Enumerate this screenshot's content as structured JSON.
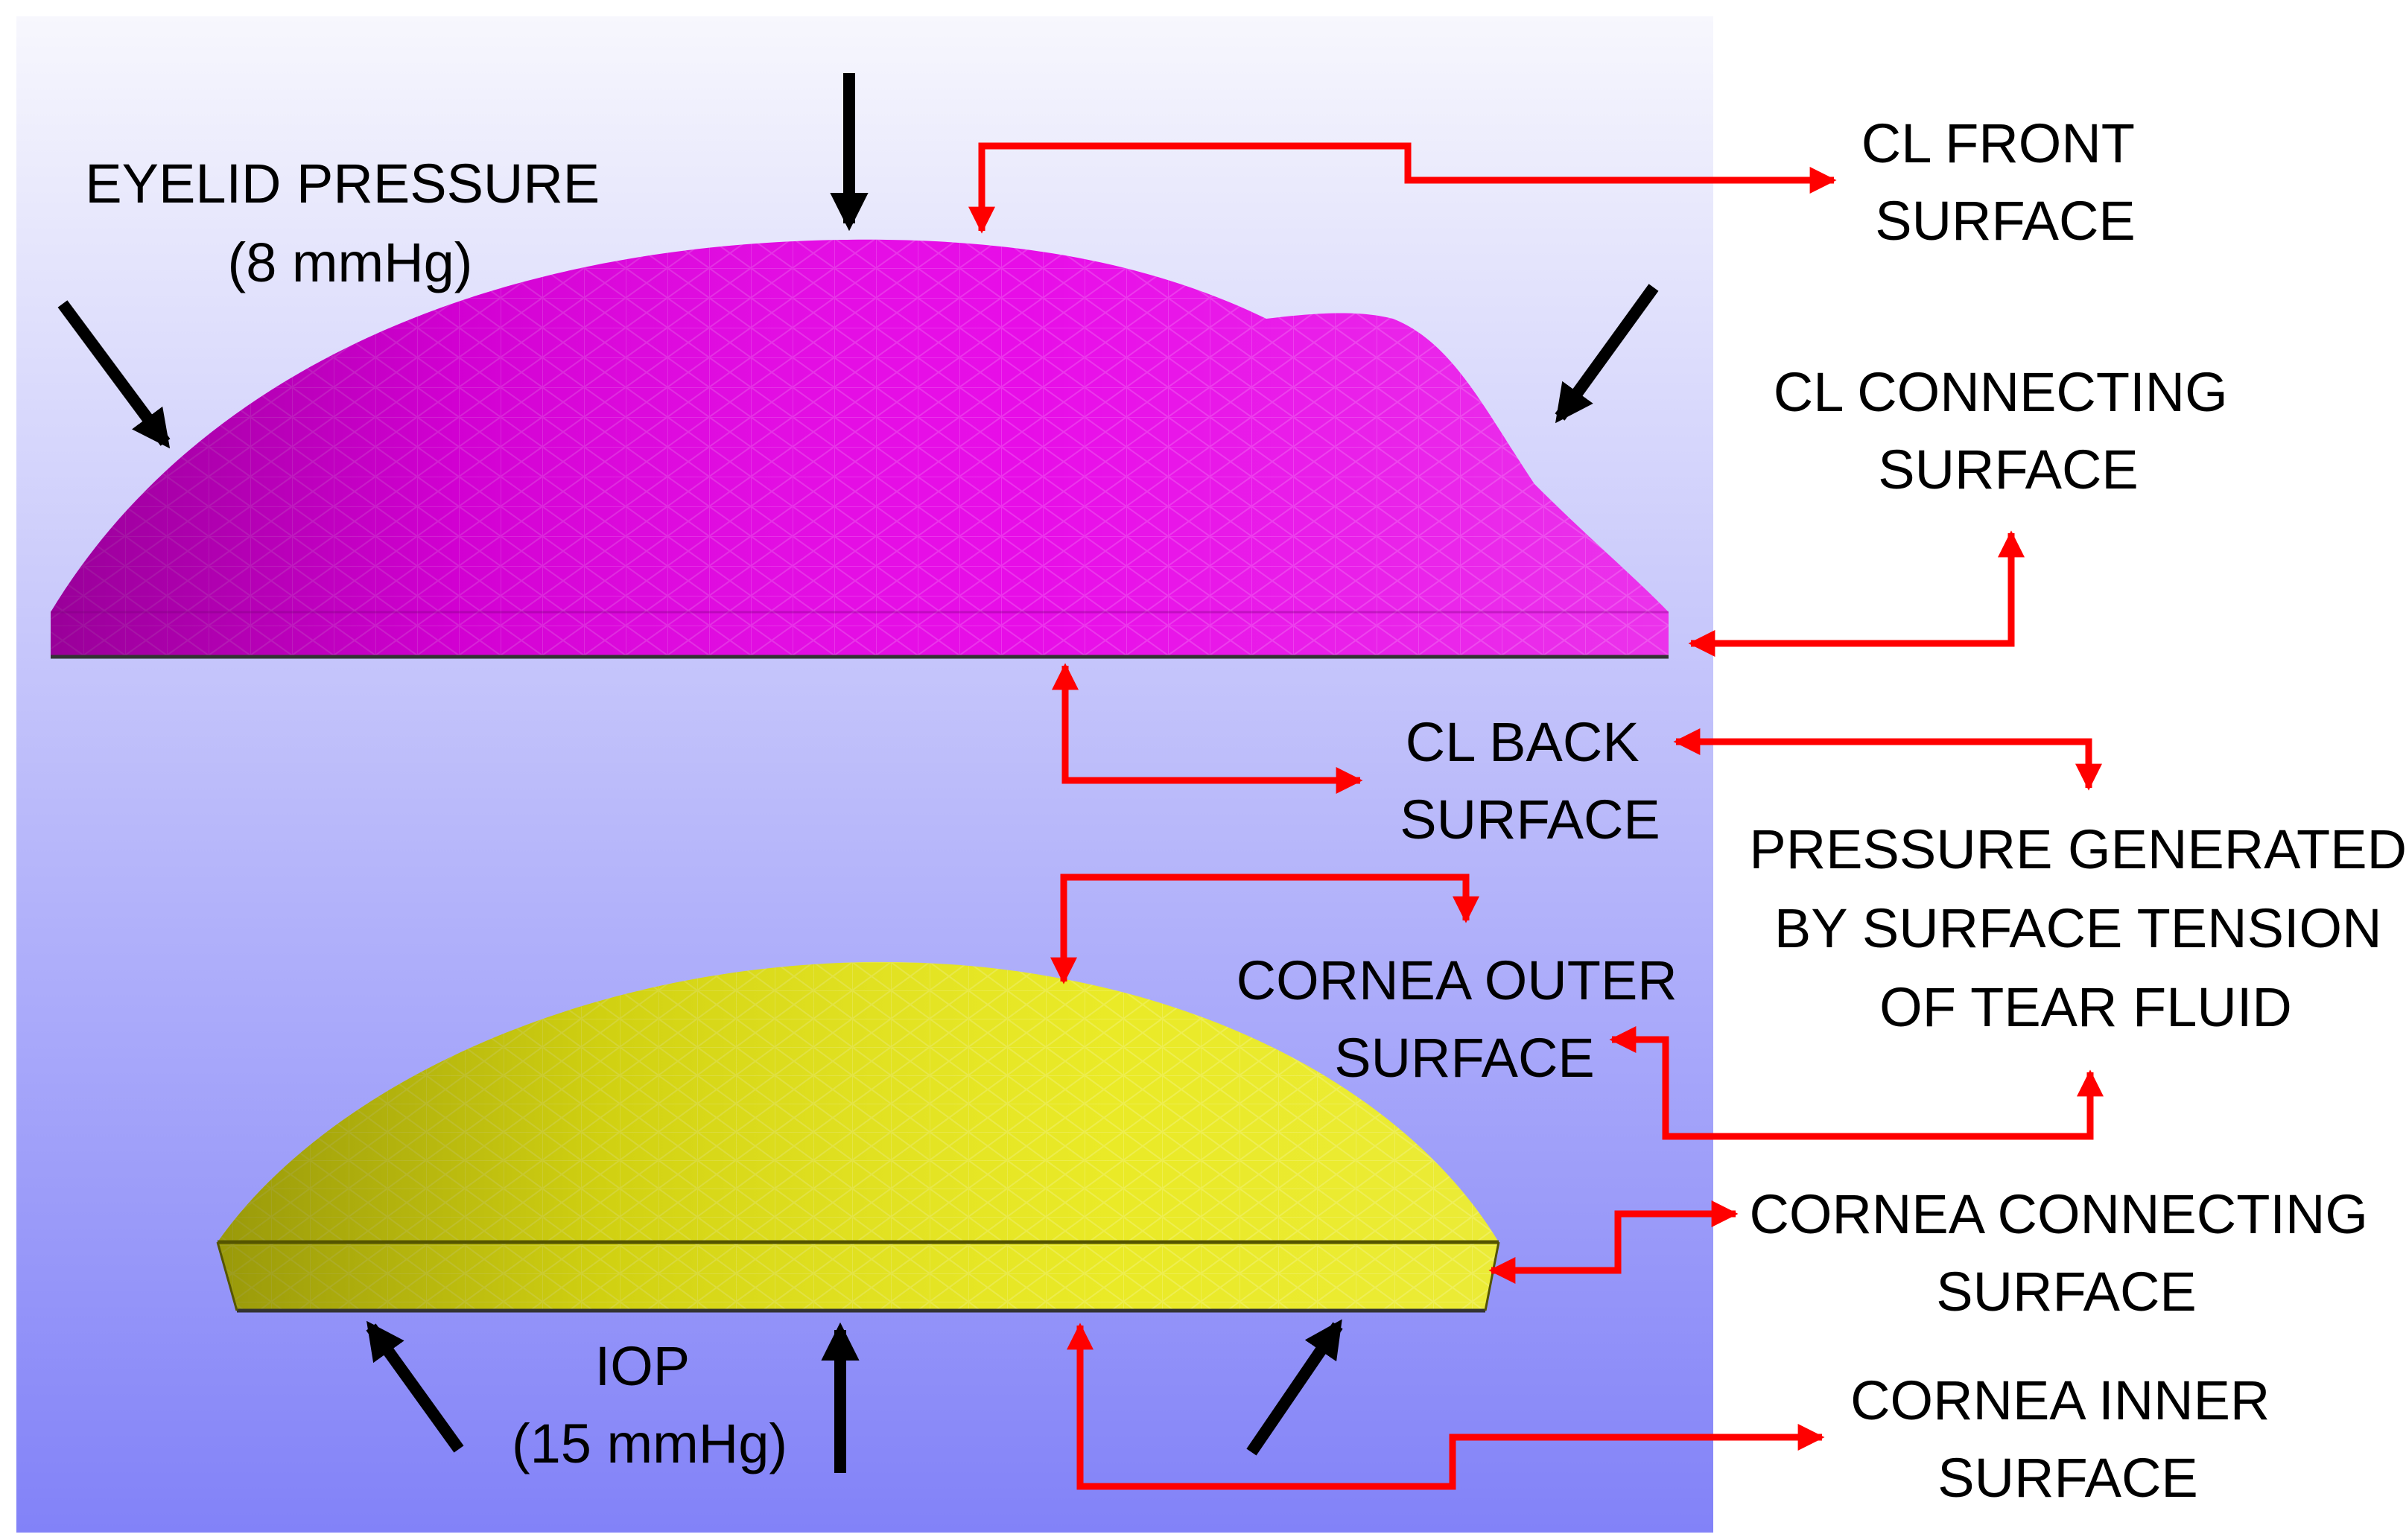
{
  "colors": {
    "background_top": "#f7f7fd",
    "background_bottom": "#8282f8",
    "contact_lens": "#e600e6",
    "cornea": "#e8e814",
    "leader_arrow": "#ff0000",
    "load_arrow": "#000000"
  },
  "labels": {
    "eyelid_pressure": [
      "EYELID PRESSURE",
      "(8 mmHg)"
    ],
    "iop": [
      "IOP",
      "(15 mmHg)"
    ],
    "cl_front_surface": [
      "CL FRONT",
      "SURFACE"
    ],
    "cl_connecting_surface": [
      "CL CONNECTING",
      "SURFACE"
    ],
    "cl_back_surface": [
      "CL BACK",
      "SURFACE"
    ],
    "cornea_outer_surface": [
      "CORNEA OUTER",
      "SURFACE"
    ],
    "tear_fluid_pressure": [
      "PRESSURE GENERATED",
      "BY SURFACE TENSION",
      "OF TEAR FLUID"
    ],
    "cornea_connecting_surface": [
      "CORNEA CONNECTING",
      "SURFACE"
    ],
    "cornea_inner_surface": [
      "CORNEA INNER",
      "SURFACE"
    ]
  }
}
